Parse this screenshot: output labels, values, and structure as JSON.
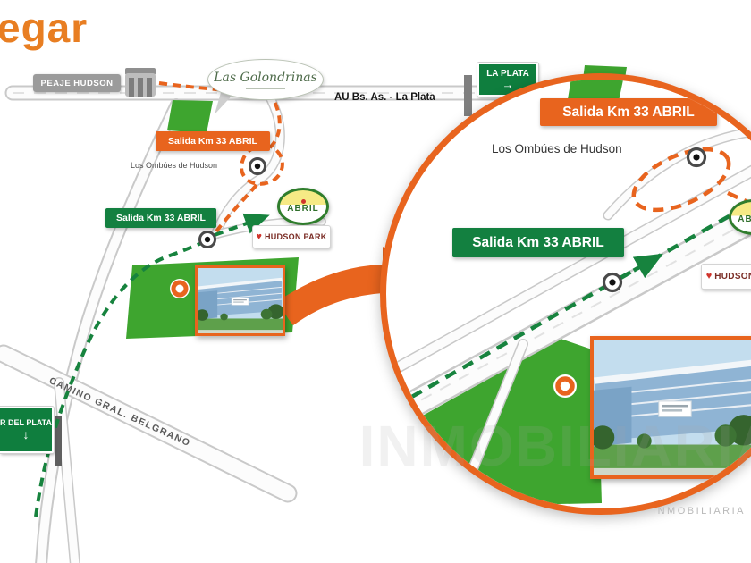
{
  "page": {
    "title_partial": "egar",
    "watermark_small": "INMOBILIARIA",
    "watermark_big": "INMOBILIARIA"
  },
  "map": {
    "highway_label": "AU Bs. As. - La Plata",
    "camino_label": "CAMINO GRAL. BELGRANO",
    "peaje": "PEAJE HUDSON",
    "la_plata": {
      "label": "LA PLATA",
      "arrow": "→"
    },
    "mar_del_plata": {
      "label": "R DEL PLATA",
      "arrow": "↓"
    },
    "salida_abril": "Salida Km 33 ABRIL",
    "ombues": "Los Ombúes de Hudson",
    "golondrinas": "Las Golondrinas",
    "abril": "ABRIL",
    "hudson_park": "HUDSON PARK"
  },
  "inset": {
    "salida_orange": "Salida Km 33 ABRIL",
    "salida_green": "Salida Km 33 ABRIL",
    "ombues": "Los Ombúes de Hudson",
    "hudson_park": "HUDSON PARK",
    "abril": "ABRIL"
  },
  "colors": {
    "accent_orange": "#E8641E",
    "sign_green": "#0F7E3E",
    "parcel_green": "#3EA52F",
    "sign_gray": "#9B9B9B"
  }
}
